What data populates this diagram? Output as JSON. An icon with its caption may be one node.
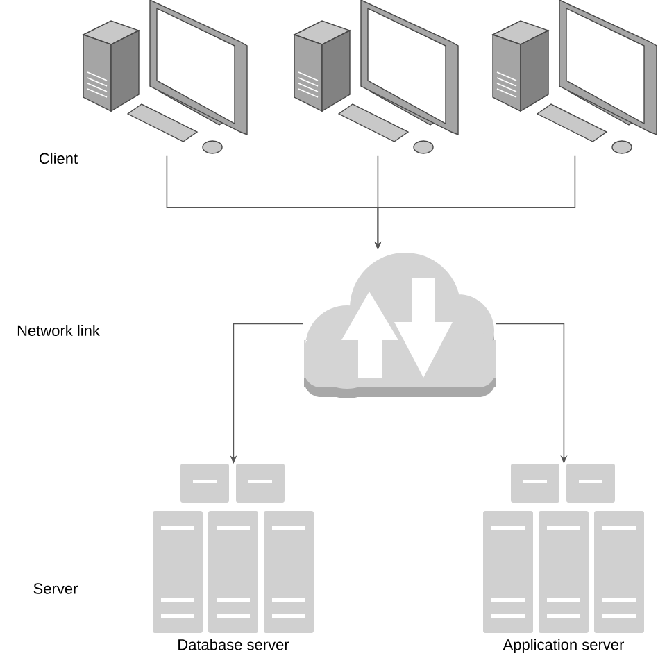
{
  "diagram": {
    "nodes": [
      {
        "text": [],
        "shape": "computer"
      },
      {
        "text": [],
        "shape": "computer"
      },
      {
        "text": [],
        "shape": "computer"
      },
      {
        "text": [],
        "shape": "cloud"
      },
      {
        "text": [
          "Database server"
        ]
      },
      {
        "text": [
          "Application server"
        ]
      }
    ],
    "edges": [
      {
        "from": 0,
        "to": 3,
        "arrow": "to"
      },
      {
        "from": 1,
        "to": 3,
        "arrow": "to"
      },
      {
        "from": 2,
        "to": 3,
        "arrow": "to"
      },
      {
        "from": 3,
        "to": 4,
        "arrow": "to"
      },
      {
        "from": 3,
        "to": 5,
        "arrow": "to"
      }
    ],
    "labels": [
      "Client",
      "Network link",
      "Server"
    ]
  }
}
